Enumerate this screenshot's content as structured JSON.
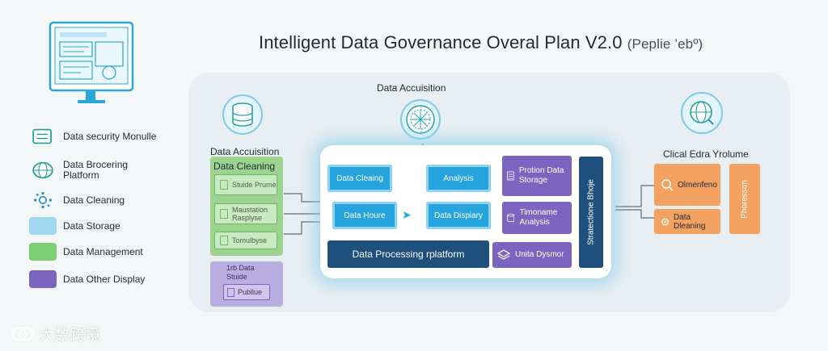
{
  "title": {
    "main": "Intelligent Data Governance Overal Plan V2.0",
    "subtitle": "(Peplie ’ebº)"
  },
  "legend": {
    "items": [
      {
        "label": "Data security Monulle",
        "color": "#1f9f9a",
        "icon": "shield-icon"
      },
      {
        "label": "Data Brocering Platform",
        "color": "#1f9f9a",
        "icon": "globe-icon"
      },
      {
        "label": "Data Cleaning",
        "color": "#2a8fc2",
        "icon": "gear-dots-icon"
      },
      {
        "label": "Data Storage",
        "color": "#9fd8ef"
      },
      {
        "label": "Data Management",
        "color": "#7ccf73"
      },
      {
        "label": "Data Other Display",
        "color": "#7c65c1"
      }
    ]
  },
  "top_section": {
    "label": "Data Accuisition"
  },
  "left_section": {
    "label": "Data Accuisition",
    "group_title": "Data Cleaning",
    "cards": [
      "Stuide Prume",
      "Maustation Rasplyse",
      "Tomulbyse"
    ],
    "purple_lines": [
      "1rb Data",
      "Stuide"
    ],
    "purple_card": "Publlue"
  },
  "platform": {
    "cards": [
      "Data Cleaing",
      "Analysis",
      "Data Houre",
      "Data Dispiary"
    ],
    "bottom_bar": "Data Processing rplatform",
    "side_cards": [
      {
        "label": "Protion Data Storage",
        "icon": "server-icon"
      },
      {
        "label": "Timoname Analysis",
        "icon": "database-icon"
      },
      {
        "label": "Unita Dysmor",
        "icon": "stack-icon"
      }
    ],
    "vertical_bar": "Stratectione Bhoje"
  },
  "right_section": {
    "label": "Clical Edra Yrolume",
    "cards": [
      "Olmenfeno",
      "Data Dleaning"
    ],
    "tall_card": "Phoresson"
  },
  "watermark": "大数跨境",
  "colors": {
    "teal": "#1f9f9a",
    "blue": "#25a4dd",
    "navy": "#1f4f7d",
    "purple": "#7c65c1",
    "green": "#7ccf73",
    "orange": "#f4a261"
  }
}
